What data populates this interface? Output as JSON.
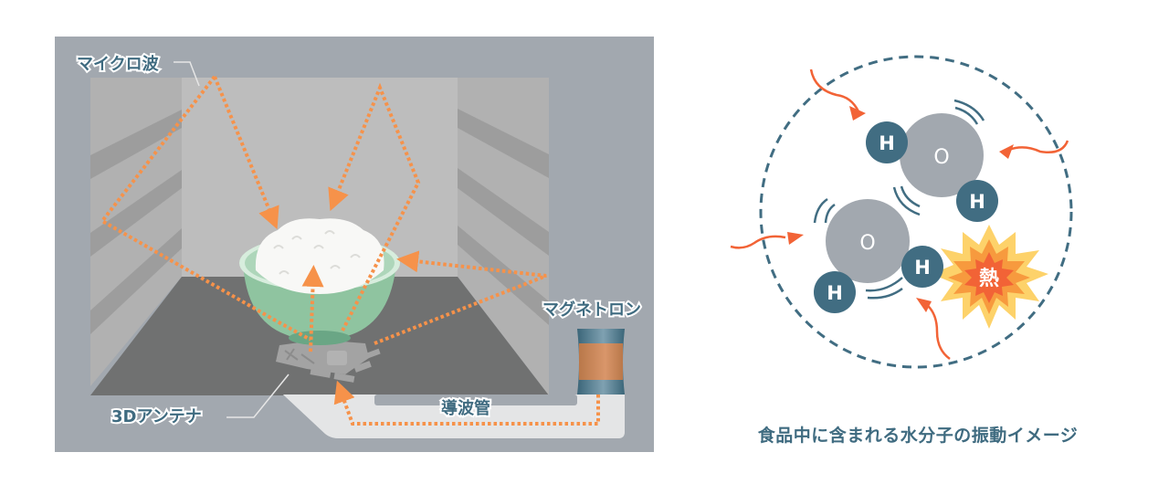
{
  "oven_diagram": {
    "labels": {
      "microwave": "マイクロ波",
      "magnetron": "マグネトロン",
      "antenna": "3Dアンテナ",
      "waveguide": "導波管"
    },
    "colors": {
      "housing": "#a2a8af",
      "back_wall": "#bdbdbd",
      "side_wall": "#b1b1b1",
      "shelf_rail": "#9d9d9d",
      "floor": "#707171",
      "waveguide": "#e4e5e6",
      "wave_path": "#f6924a",
      "bowl": "#8fc4a0",
      "rice": "#f8f8f6",
      "magnetron_body": "#cf8b5c",
      "magnetron_cap": "#416d82",
      "label_text": "#3f6b80"
    }
  },
  "molecule_diagram": {
    "molecules": [
      {
        "oxygen": "O",
        "hydrogens": [
          "H",
          "H"
        ]
      },
      {
        "oxygen": "O",
        "hydrogens": [
          "H",
          "H"
        ]
      }
    ],
    "heat_label": "熱",
    "colors": {
      "oxygen": "#a2a8af",
      "hydrogen": "#416d82",
      "boundary": "#416d82",
      "arrow": "#f26336",
      "burst_outer": "#fdd26a",
      "burst_mid": "#f79a3e",
      "burst_inner": "#f26336"
    }
  },
  "caption": "食品中に含まれる水分子の振動イメージ"
}
